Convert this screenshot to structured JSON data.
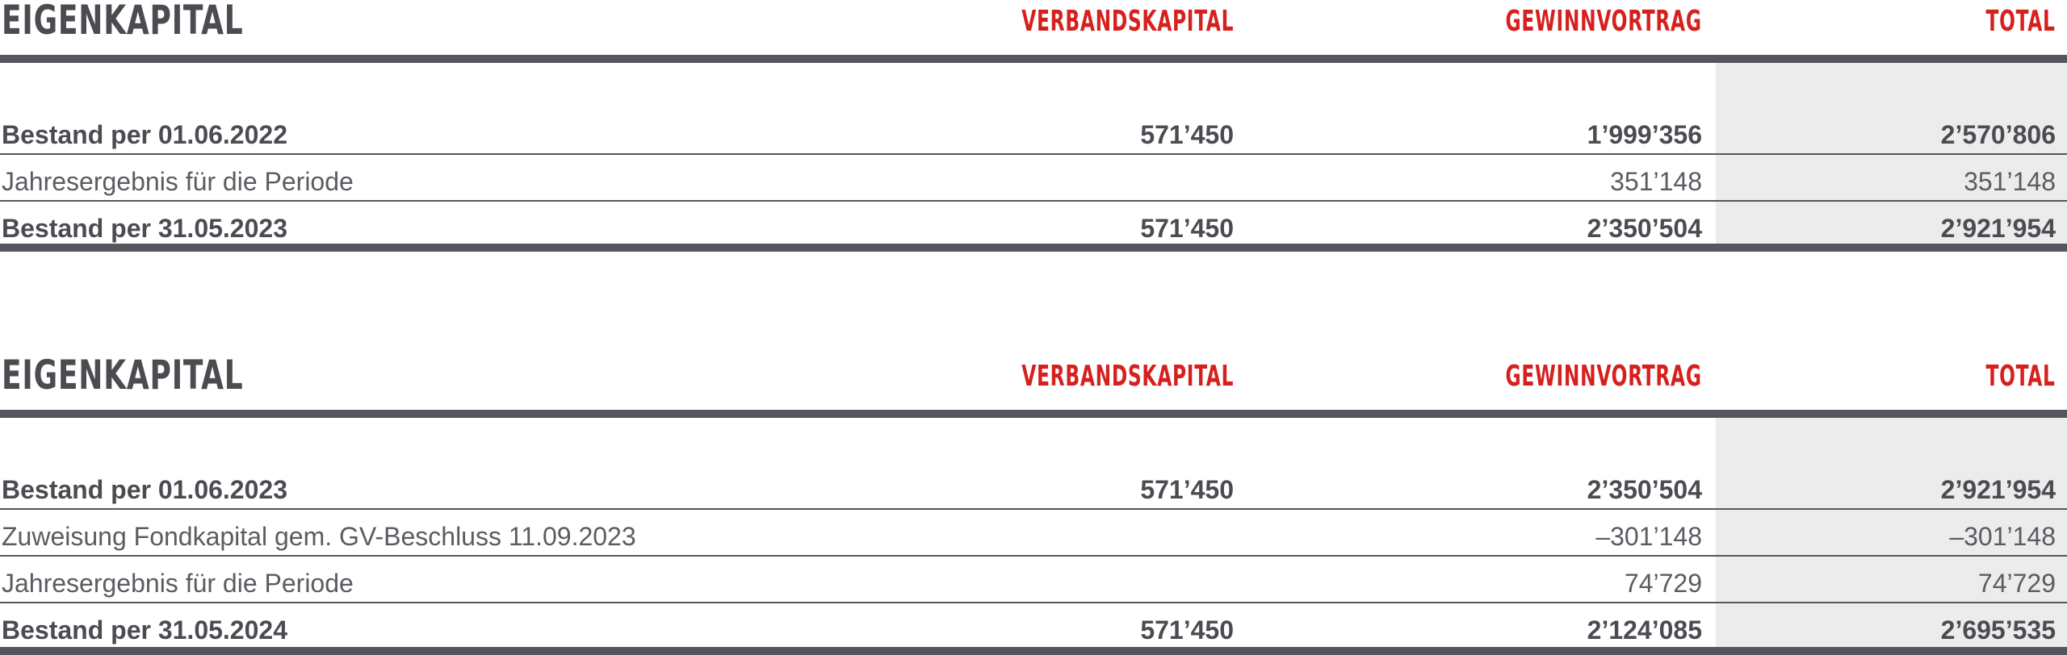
{
  "tables": [
    {
      "title": "EIGENKAPITAL",
      "columns": [
        "VERBANDSKAPITAL",
        "GEWINNVORTRAG",
        "TOTAL"
      ],
      "rows": [
        {
          "label": "Bestand per 01.06.2022",
          "verbandskapital": "571’450",
          "gewinnvortrag": "1’999’356",
          "total": "2’570’806",
          "bold": true
        },
        {
          "label": "Jahresergebnis für die Periode",
          "verbandskapital": "",
          "gewinnvortrag": "351’148",
          "total": "351’148",
          "bold": false
        },
        {
          "label": "Bestand per 31.05.2023",
          "verbandskapital": "571’450",
          "gewinnvortrag": "2’350’504",
          "total": "2’921’954",
          "bold": true
        }
      ]
    },
    {
      "title": "EIGENKAPITAL",
      "columns": [
        "VERBANDSKAPITAL",
        "GEWINNVORTRAG",
        "TOTAL"
      ],
      "rows": [
        {
          "label": "Bestand per 01.06.2023",
          "verbandskapital": "571’450",
          "gewinnvortrag": "2’350’504",
          "total": "2’921’954",
          "bold": true
        },
        {
          "label": "Zuweisung Fondkapital gem. GV-Beschluss 11.09.2023",
          "verbandskapital": "",
          "gewinnvortrag": "–301’148",
          "total": "–301’148",
          "bold": false
        },
        {
          "label": "Jahresergebnis für die Periode",
          "verbandskapital": "",
          "gewinnvortrag": "74’729",
          "total": "74’729",
          "bold": false
        },
        {
          "label": "Bestand per 31.05.2024",
          "verbandskapital": "571’450",
          "gewinnvortrag": "2’124’085",
          "total": "2’695’535",
          "bold": true
        }
      ]
    }
  ],
  "colors": {
    "header_accent": "#d6201e",
    "text": "#4a4c51",
    "rule": "#55575c",
    "total_background": "#ececec"
  }
}
